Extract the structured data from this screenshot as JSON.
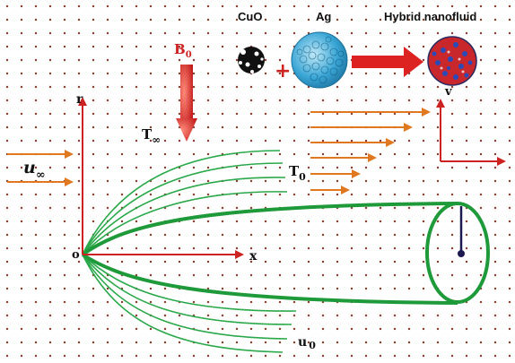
{
  "labels": {
    "cuo": "CuO",
    "ag": "Ag",
    "hybrid": "Hybrid nanofluid",
    "b0": "B",
    "b0_sub": "0",
    "r_axis": "r",
    "x_axis": "x",
    "origin": "o",
    "t_inf": "T",
    "t_inf_sub": "∞",
    "t0": "T",
    "t0_sub": "0",
    "u_inf": "u",
    "u_inf_sub": "∞",
    "u0": "u",
    "u0_sub": "0",
    "v": "v",
    "plus": "+"
  },
  "colors": {
    "dot": "#8a3a2a",
    "axis": "#cc2222",
    "flow_arrow": "#e07820",
    "tube": "#1f9a3a",
    "streamline": "#2aa84a",
    "magnet": "#dd2222",
    "cuo": "#111111",
    "ag": "#3aa6d6",
    "hybrid_red": "#d42424",
    "hybrid_blue": "#2a4ab8"
  }
}
